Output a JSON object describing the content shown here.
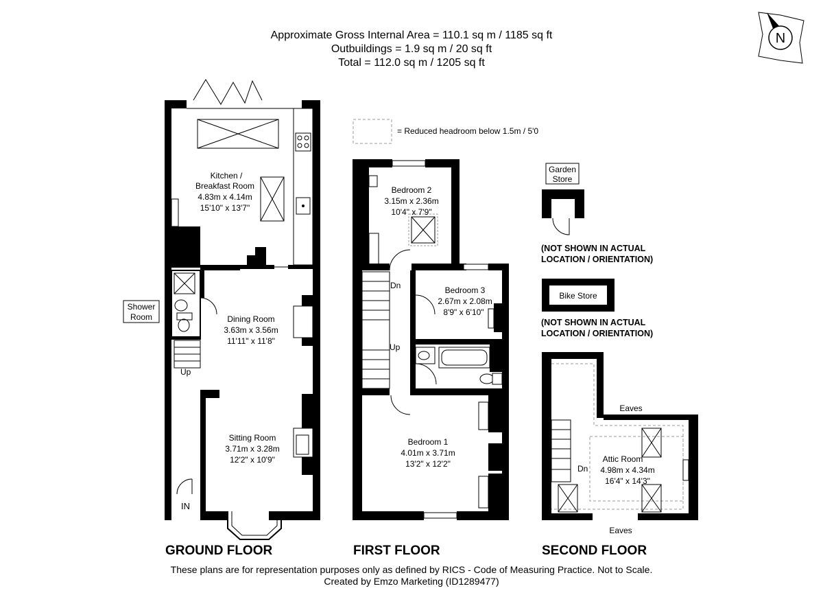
{
  "header": {
    "line1": "Approximate Gross Internal Area = 110.1 sq m / 1185 sq ft",
    "line2": "Outbuildings = 1.9 sq m / 20 sq ft",
    "line3": "Total = 112.0 sq m / 1205 sq ft"
  },
  "compass": {
    "label": "N"
  },
  "legend": {
    "text": "= Reduced headroom below 1.5m / 5'0"
  },
  "floors": {
    "ground": "GROUND FLOOR",
    "first": "FIRST FLOOR",
    "second": "SECOND FLOOR"
  },
  "rooms": {
    "kitchen": {
      "name1": "Kitchen /",
      "name2": "Breakfast Room",
      "metric": "4.83m x 4.14m",
      "imperial": "15'10\" x 13'7\""
    },
    "dining": {
      "name": "Dining Room",
      "metric": "3.63m x 3.56m",
      "imperial": "11'11\" x 11'8\""
    },
    "sitting": {
      "name": "Sitting Room",
      "metric": "3.71m x 3.28m",
      "imperial": "12'2\" x 10'9\""
    },
    "shower": {
      "name1": "Shower",
      "name2": "Room"
    },
    "bedroom1": {
      "name": "Bedroom 1",
      "metric": "4.01m x 3.71m",
      "imperial": "13'2\" x 12'2\""
    },
    "bedroom2": {
      "name": "Bedroom 2",
      "metric": "3.15m x 2.36m",
      "imperial": "10'4\" x 7'9\""
    },
    "bedroom3": {
      "name": "Bedroom 3",
      "metric": "2.67m x 2.08m",
      "imperial": "8'9\" x 6'10\""
    },
    "attic": {
      "name": "Attic Room",
      "metric": "4.98m x 4.34m",
      "imperial": "16'4\" x 14'3\""
    }
  },
  "labels": {
    "up": "Up",
    "dn": "Dn",
    "in": "IN",
    "eaves": "Eaves",
    "garden_store1": "Garden",
    "garden_store2": "Store",
    "bike_store": "Bike Store",
    "not_shown1": "(NOT SHOWN IN ACTUAL",
    "not_shown2": "LOCATION / ORIENTATION)"
  },
  "footer": {
    "line1": "These plans are for representation purposes only as defined by RICS - Code of Measuring Practice. Not to Scale.",
    "line2": "Created by Emzo Marketing (ID1289477)"
  }
}
